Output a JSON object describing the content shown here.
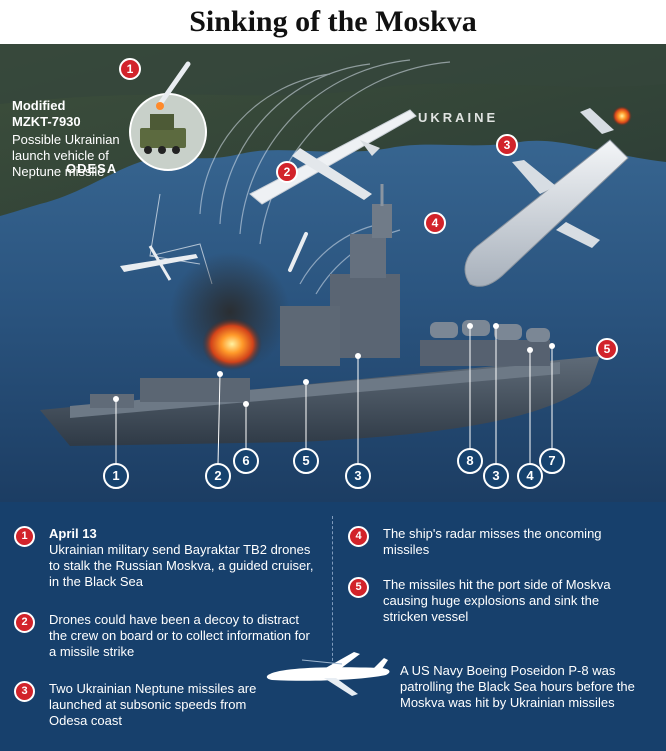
{
  "title": "Sinking of the Moskva",
  "map": {
    "country_label": "UKRAINE",
    "city_label": "ODESA"
  },
  "launcher": {
    "line1": "Modified",
    "line2": "MZKT-7930",
    "desc": "Possible Ukrainian launch vehicle of Neptune missile"
  },
  "scene_markers": {
    "red": [
      "1",
      "2",
      "3",
      "4",
      "5"
    ],
    "blue": [
      "1",
      "2",
      "6",
      "5",
      "3",
      "8",
      "3",
      "4",
      "7"
    ]
  },
  "colors": {
    "badge_red": "#d2232a",
    "panel_navy": "#17406c",
    "marker_blue": "#16426e"
  },
  "steps": [
    {
      "num": "1",
      "head": "April 13",
      "text": "Ukrainian military send Bayraktar TB2 drones to stalk the Russian Moskva, a guided cruiser, in the Black Sea"
    },
    {
      "num": "2",
      "head": "",
      "text": "Drones could have been a decoy to distract the crew on board or to collect information for a missile strike"
    },
    {
      "num": "3",
      "head": "",
      "text": "Two Ukrainian Neptune missiles are launched at subsonic speeds from Odesa coast"
    },
    {
      "num": "4",
      "head": "",
      "text": "The ship's radar misses the oncoming missiles"
    },
    {
      "num": "5",
      "head": "",
      "text": "The missiles hit the port side of Moskva causing huge explosions and sink the stricken vessel"
    }
  ],
  "p8": {
    "text": "A US Navy Boeing Poseidon P-8 was patrolling the Black Sea hours before the Moskva was hit by Ukrainian missiles",
    "icon": "aircraft-icon"
  }
}
